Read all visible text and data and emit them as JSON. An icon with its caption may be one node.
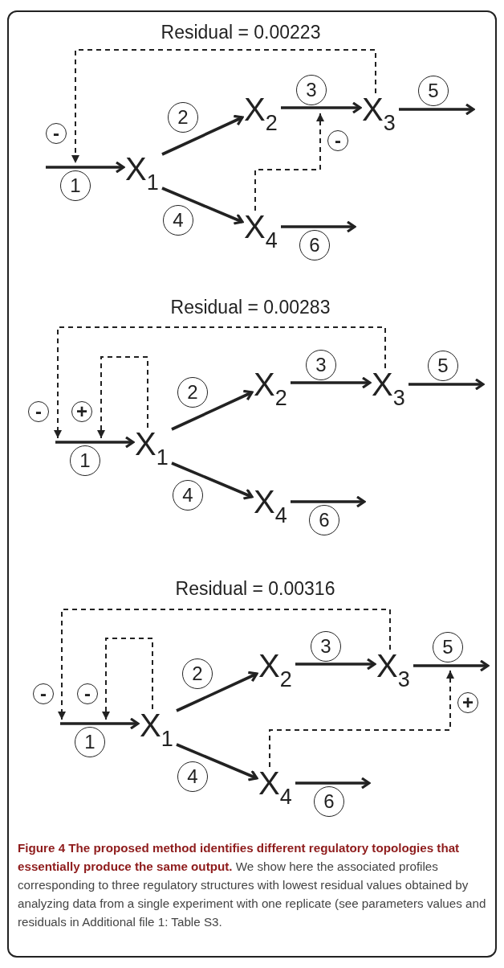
{
  "diagram": {
    "caption": "**Figure 4 The proposed method identifies different regulatory topologies that essentially produce the same output.** We show here the associated profiles corresponding to three regulatory structures with lowest residual values obtained by analyzing data from a single experiment with one replicate (see parameters values and residuals in Additional file 1: Table S3.",
    "nodes": [
      {
        "text": [
          "X$_{1}$"
        ]
      },
      {
        "text": [
          "X$_{2}$"
        ]
      },
      {
        "text": [
          "X$_{3}$"
        ]
      },
      {
        "text": [
          "X$_{4}$"
        ]
      },
      {
        "text": [
          "X$_{1}$"
        ]
      },
      {
        "text": [
          "X$_{2}$"
        ]
      },
      {
        "text": [
          "X$_{3}$"
        ]
      },
      {
        "text": [
          "X$_{4}$"
        ]
      },
      {
        "text": [
          "X$_{1}$"
        ]
      },
      {
        "text": [
          "X$_{2}$"
        ]
      },
      {
        "text": [
          "X$_{3}$"
        ]
      },
      {
        "text": [
          "X$_{4}$"
        ]
      }
    ],
    "edges": [
      {
        "from": null,
        "to": 0,
        "arrow": "to",
        "label": "1"
      },
      {
        "from": 0,
        "to": 1,
        "arrow": "to",
        "label": "2"
      },
      {
        "from": 1,
        "to": 2,
        "arrow": "to",
        "label": "3"
      },
      {
        "from": 0,
        "to": 3,
        "arrow": "to",
        "label": "4"
      },
      {
        "from": 2,
        "to": null,
        "arrow": "to",
        "label": "5"
      },
      {
        "from": 3,
        "to": null,
        "arrow": "to",
        "label": "6"
      },
      {
        "from": 2,
        "to": null,
        "arrow": "to",
        "label": "-",
        "style": "dashed"
      },
      {
        "from": 3,
        "to": null,
        "arrow": "to",
        "label": "-",
        "style": "dashed"
      },
      {
        "from": null,
        "to": 4,
        "arrow": "to",
        "label": "1"
      },
      {
        "from": 4,
        "to": 5,
        "arrow": "to",
        "label": "2"
      },
      {
        "from": 5,
        "to": 6,
        "arrow": "to",
        "label": "3"
      },
      {
        "from": 4,
        "to": 7,
        "arrow": "to",
        "label": "4"
      },
      {
        "from": 6,
        "to": null,
        "arrow": "to",
        "label": "5"
      },
      {
        "from": 7,
        "to": null,
        "arrow": "to",
        "label": "6"
      },
      {
        "from": 6,
        "to": null,
        "arrow": "to",
        "label": "-",
        "style": "dashed"
      },
      {
        "from": 4,
        "to": null,
        "arrow": "to",
        "label": "+",
        "style": "dashed"
      },
      {
        "from": null,
        "to": 8,
        "arrow": "to",
        "label": "1"
      },
      {
        "from": 8,
        "to": 9,
        "arrow": "to",
        "label": "2"
      },
      {
        "from": 9,
        "to": 10,
        "arrow": "to",
        "label": "3"
      },
      {
        "from": 8,
        "to": 11,
        "arrow": "to",
        "label": "4"
      },
      {
        "from": 10,
        "to": null,
        "arrow": "to",
        "label": "5"
      },
      {
        "from": 11,
        "to": null,
        "arrow": "to",
        "label": "6"
      },
      {
        "from": 10,
        "to": null,
        "arrow": "to",
        "label": "-",
        "style": "dashed"
      },
      {
        "from": 8,
        "to": null,
        "arrow": "to",
        "label": "-",
        "style": "dashed"
      },
      {
        "from": 11,
        "to": null,
        "arrow": "to",
        "label": "+",
        "style": "dashed"
      }
    ],
    "labels": [
      "Residual = 0.00223",
      "Residual = 0.00283",
      "Residual = 0.00316"
    ]
  }
}
